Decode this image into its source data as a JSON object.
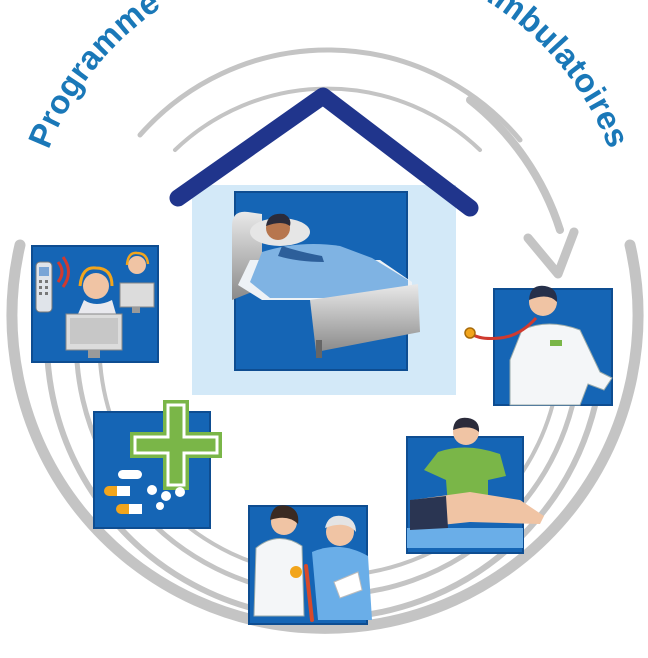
{
  "title": "Programme Coordination Soins Ambulatoires",
  "colors": {
    "title_blue": "#1a78b8",
    "house_navy": "#20358c",
    "panel_blue": "#1565b5",
    "house_fill": "#d3e9f8",
    "ring_gray": "#c4c4c4",
    "cross_green": "#7ab648"
  },
  "scenes": [
    {
      "id": "home",
      "icon": "patient-in-bed-icon"
    },
    {
      "id": "call-center",
      "icon": "call-center-icon"
    },
    {
      "id": "doctor",
      "icon": "doctor-stethoscope-icon"
    },
    {
      "id": "pharmacy",
      "icon": "pharmacy-cross-pills-icon"
    },
    {
      "id": "physiotherapy",
      "icon": "physiotherapy-icon"
    },
    {
      "id": "nurse-elderly",
      "icon": "nurse-elderly-care-icon"
    }
  ]
}
